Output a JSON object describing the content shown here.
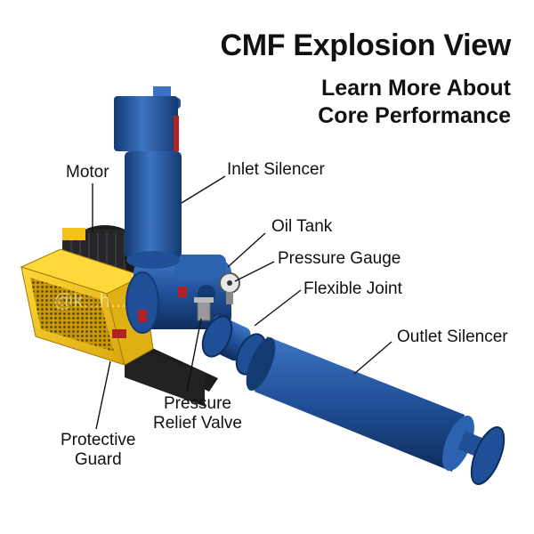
{
  "header": {
    "title": "CMF Explosion View",
    "subtitle_line1": "Learn More About",
    "subtitle_line2": "Core Performance"
  },
  "labels": {
    "motor": "Motor",
    "inlet_silencer": "Inlet Silencer",
    "oil_tank": "Oil Tank",
    "pressure_gauge": "Pressure Gauge",
    "flexible_joint": "Flexible Joint",
    "outlet_silencer": "Outlet Silencer",
    "pressure_relief_line1": "Pressure",
    "pressure_relief_line2": "Relief Valve",
    "protective_guard_line1": "Protective",
    "protective_guard_line2": "Guard"
  },
  "watermark": "@k...h...",
  "colors": {
    "machine_blue": "#1f4f97",
    "machine_blue_dark": "#143a72",
    "machine_blue_light": "#3d74c2",
    "guard_yellow": "#f2c21a",
    "guard_yellow_dark": "#c99a08",
    "motor_black": "#1c1c1e",
    "base_black": "#222222",
    "leader_line": "#111111"
  }
}
